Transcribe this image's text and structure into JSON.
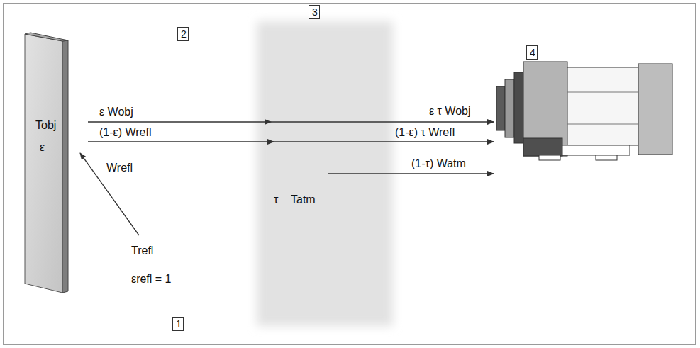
{
  "diagram": {
    "nodes": [
      {
        "text": [
          "2"
        ]
      },
      {
        "text": [
          "3"
        ]
      },
      {
        "text": [
          "4"
        ]
      },
      {
        "text": [
          "1"
        ]
      }
    ],
    "labels": [
      "Tobj",
      "ε",
      "ε Wobj",
      "(1-ε) Wrefl",
      "Wrefl",
      "Trefl",
      "εrefl = 1",
      "τ",
      "Tatm",
      "ε τ Wobj",
      "(1-ε) τ Wrefl",
      "(1-τ) Watm"
    ]
  }
}
